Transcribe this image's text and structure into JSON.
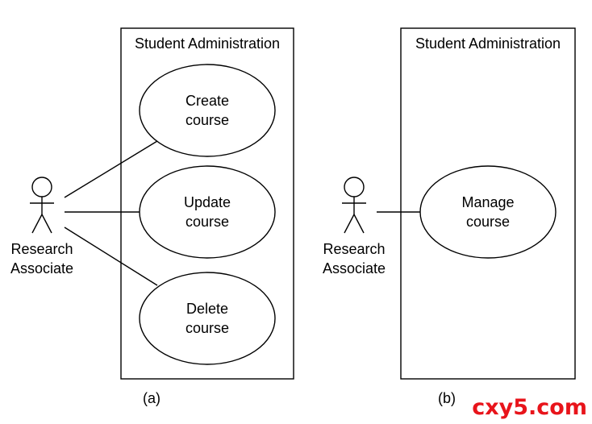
{
  "diagram_a": {
    "system_title": "Student Administration",
    "actor": {
      "line1": "Research",
      "line2": "Associate"
    },
    "use_cases": [
      {
        "line1": "Create",
        "line2": "course"
      },
      {
        "line1": "Update",
        "line2": "course"
      },
      {
        "line1": "Delete",
        "line2": "course"
      }
    ],
    "caption": "(a)"
  },
  "diagram_b": {
    "system_title": "Student Administration",
    "actor": {
      "line1": "Research",
      "line2": "Associate"
    },
    "use_cases": [
      {
        "line1": "Manage",
        "line2": "course"
      }
    ],
    "caption": "(b)"
  },
  "watermark": "cxy5.com",
  "colors": {
    "watermark": "#e8141b",
    "lines": "#000000"
  }
}
